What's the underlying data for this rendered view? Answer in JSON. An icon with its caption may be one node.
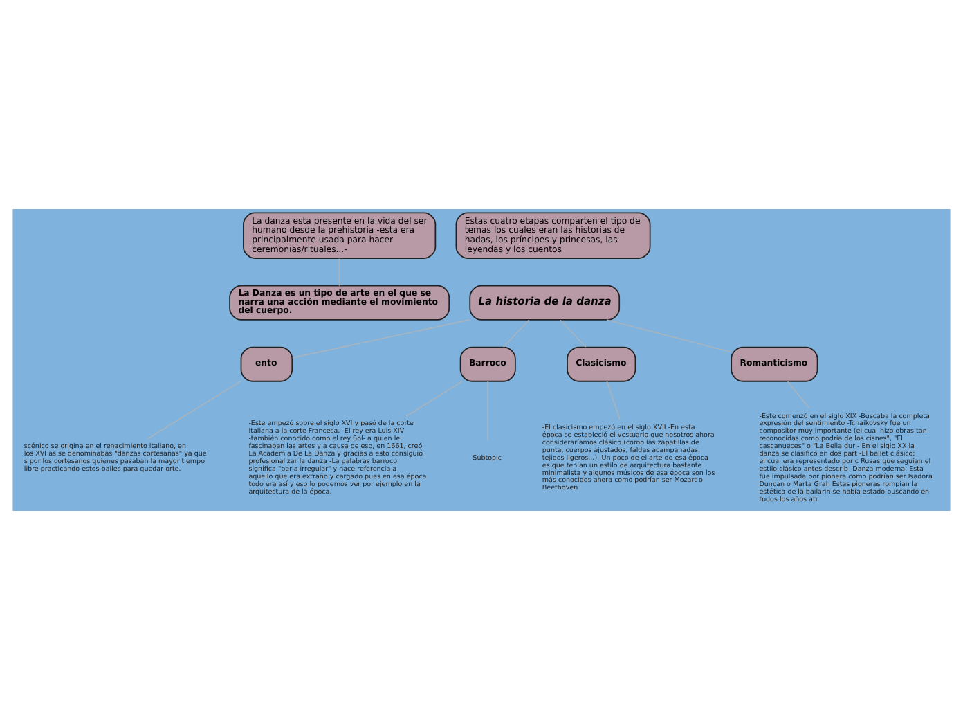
{
  "diagram": {
    "nodes": [
      {
        "text": [
          "La danza esta presente en la vida del ser humano desde la prehistoria -esta era principalmente usada para hacer ceremonias/rituales...-"
        ]
      },
      {
        "text": [
          "La Danza es un tipo de arte en el que se narra una acción mediante el movimiento del cuerpo."
        ]
      },
      {
        "text": [
          "La historia de la danza"
        ]
      },
      {
        "text": [
          "Estas cuatro etapas comparten el tipo de temas los cuales eran las historias de hadas, los príncipes y princesas, las leyendas y los cuentos"
        ]
      },
      {
        "text": [
          "ento"
        ]
      },
      {
        "text": [
          "scénico se origina en el renacimiento italiano, en los XVI as se denominabas \"danzas cortesanas\" ya que s por los cortesanos quienes pasaban la mayor tiempo libre practicando estos bailes para quedar orte."
        ]
      },
      {
        "text": [
          "Barroco"
        ]
      },
      {
        "text": [
          "-Este empezó sobre el siglo XVI y pasó de la corte Italiana a la corte Francesa. -El rey era Luis XIV -también conocido como el rey Sol- a quien le fascinaban las artes y a causa de eso, en 1661, creó La Academia De La Danza y gracias a esto consiguió profesionalizar la danza -La palabras barroco significa \"perla irregular\" y hace referencia a aquello que era extraño y cargado pues en esa época todo era así y eso lo podemos ver por ejemplo en la arquitectura de la época."
        ]
      },
      {
        "text": [
          "Subtopic"
        ]
      },
      {
        "text": [
          "Clasicismo"
        ]
      },
      {
        "text": [
          "-El clasicismo empezó en el siglo XVII -En esta época se estableció el vestuario que nosotros ahora consideraríamos clásico (como las zapatillas de punta, cuerpos ajustados, faldas acampanadas, tejidos ligeros...) -Un poco de el arte de esa época es que tenían un estilo de arquitectura bastante minimalista y algunos músicos de esa época son los más conocidos ahora como podrían ser Mozart o Beethoven"
        ]
      },
      {
        "text": [
          "Romanticismo"
        ]
      },
      {
        "text": [
          "-Este comenzó en el siglo XIX -Buscaba la completa expresión del sentimiento -Tchaikovsky fue un compositor muy importante (el cual hizo obras tan reconocidas como podría de los cisnes\", \"El cascanueces\" o \"La Bella dur - En el siglo XX la danza se clasificó en dos part -El ballet clásico: el cual era representado por c Rusas que seguían el estilo clásico antes describ -Danza moderna: Esta fue impulsada por pionera como podrían ser Isadora Duncan o Marta Grah Estas pioneras rompían la estética de la bailarin se había estado buscando en todos los años atr"
        ]
      }
    ],
    "edges": [
      {
        "from": 0,
        "to": 1,
        "arrow": "none"
      },
      {
        "from": 2,
        "to": 4,
        "arrow": "none"
      },
      {
        "from": 2,
        "to": 6,
        "arrow": "none"
      },
      {
        "from": 2,
        "to": 9,
        "arrow": "none"
      },
      {
        "from": 2,
        "to": 11,
        "arrow": "none"
      },
      {
        "from": 4,
        "to": 5,
        "arrow": "none"
      },
      {
        "from": 6,
        "to": 7,
        "arrow": "none"
      },
      {
        "from": 6,
        "to": 8,
        "arrow": "none"
      },
      {
        "from": 9,
        "to": 10,
        "arrow": "none"
      },
      {
        "from": 11,
        "to": 12,
        "arrow": "none"
      }
    ]
  }
}
